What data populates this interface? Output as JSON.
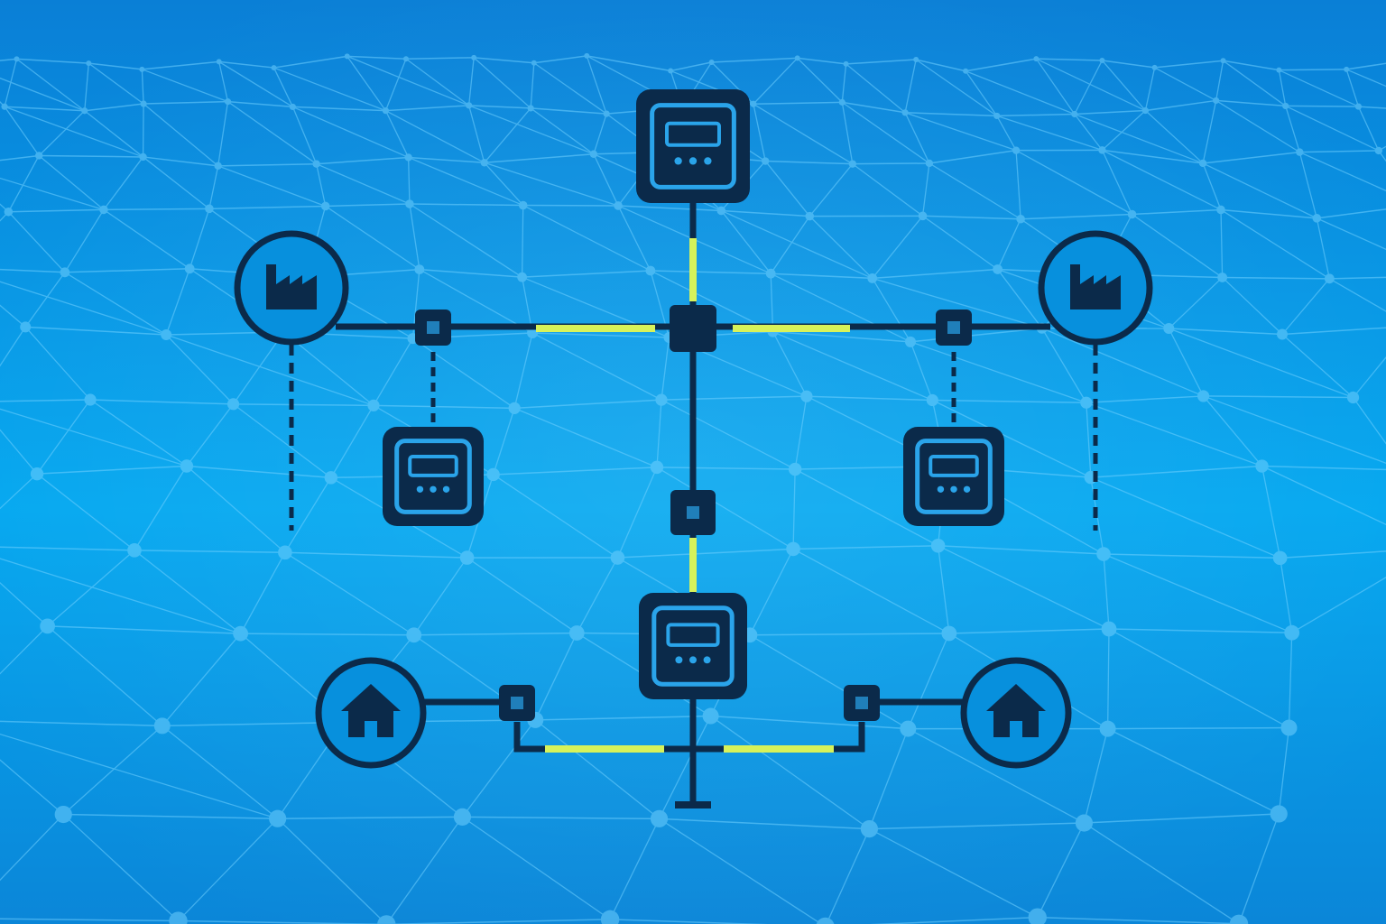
{
  "colors": {
    "background_top": "#0a7fd6",
    "background_mid": "#04a8f0",
    "background_bottom": "#0b86d8",
    "mesh": "#6fd0ff",
    "node_fill": "#0b2a4a",
    "node_inner": "#0790dd",
    "node_accent": "#2aa4ea",
    "line": "#0b2a4a",
    "highlight": "#d7f25a"
  },
  "icons": {
    "meter": "smart-meter-icon",
    "factory": "factory-icon",
    "house": "house-icon",
    "junction": "junction-box",
    "ground": "ground-terminal"
  },
  "nodes": {
    "meters": [
      "meter-top",
      "meter-left",
      "meter-right",
      "meter-bottom"
    ],
    "factories": [
      "factory-left",
      "factory-right"
    ],
    "houses": [
      "house-left",
      "house-right"
    ],
    "junctions": [
      "hub-center",
      "junction-left",
      "junction-right",
      "junction-lower",
      "junction-house-left",
      "junction-house-right"
    ]
  }
}
